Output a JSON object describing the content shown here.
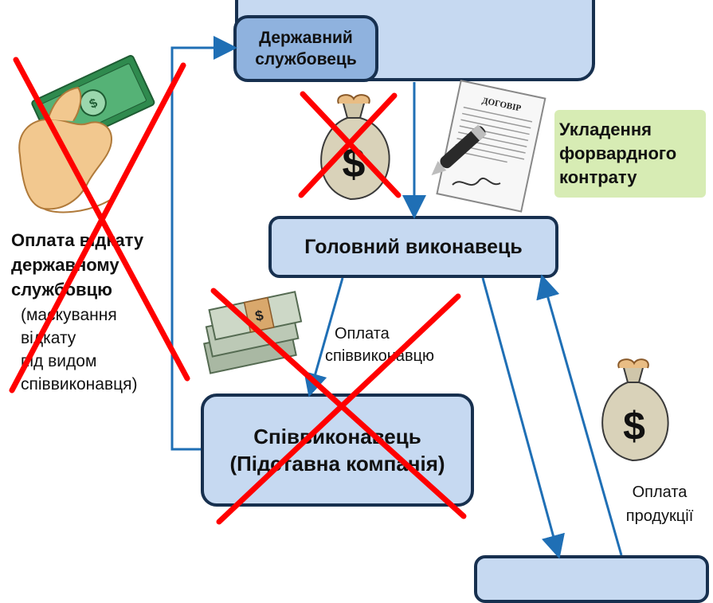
{
  "nodes": {
    "civil_servant": [
      "Державний",
      "службовець"
    ],
    "main_contractor": "Головний виконавець",
    "subcontractor": [
      "Співвиконавець",
      "(Підставна компанія)"
    ]
  },
  "notes": {
    "forward_contract": [
      "Укладення",
      "форвардного",
      "контрату"
    ],
    "kickback_bold": [
      "Оплата відкату",
      "державному",
      "службовцю"
    ],
    "kickback_plain": [
      "(маскування",
      "відкату",
      "під видом",
      "співвиконавця)"
    ],
    "pay_subcontractor": [
      "Оплата",
      "співвиконавцю"
    ],
    "pay_products": [
      "Оплата",
      "продукції"
    ]
  },
  "images": {
    "contract_word": "ДОГОВІР",
    "money_symbol": "$"
  },
  "colors": {
    "box_fill": "#c6d9f1",
    "box_border": "#17304f",
    "inner_box_fill": "#8fb2de",
    "arrow": "#1f6fb5",
    "cross": "#ff0000",
    "note_bg": "#d7ecb4"
  }
}
